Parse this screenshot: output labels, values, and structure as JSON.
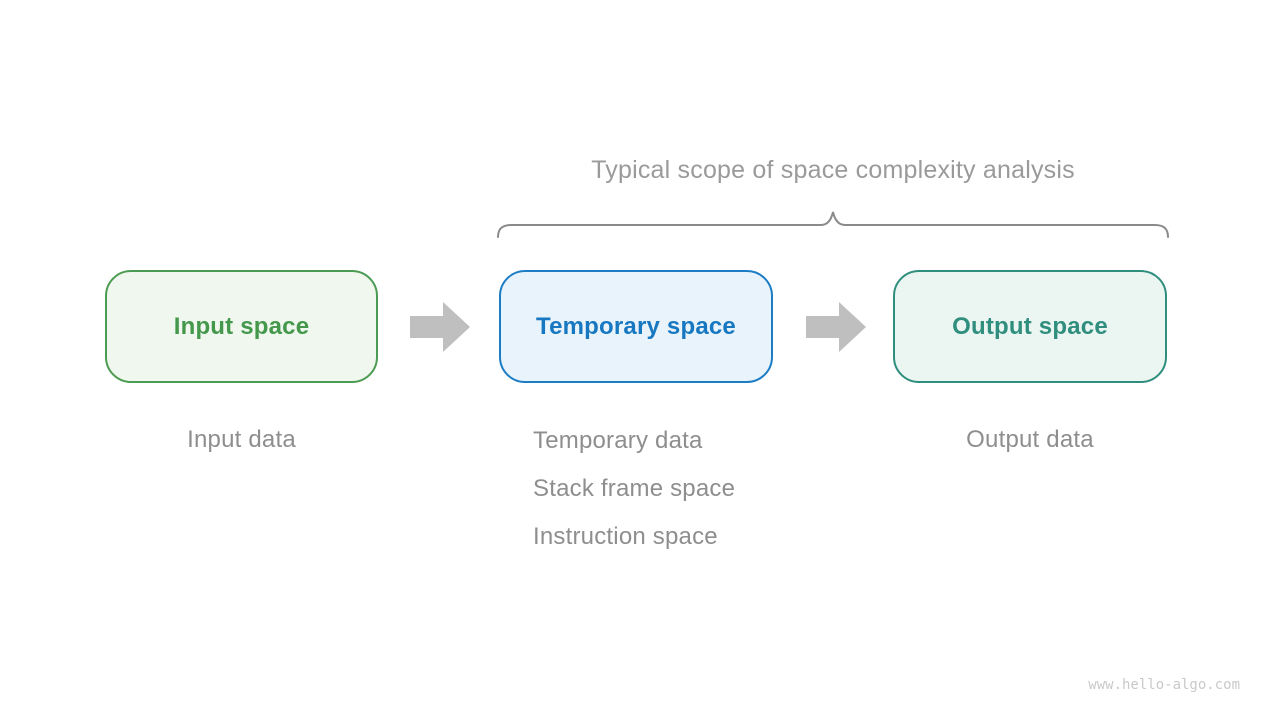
{
  "title": "Typical scope of space complexity analysis",
  "boxes": [
    {
      "id": "input-space",
      "label": "Input space",
      "fill": "#f0f7ee",
      "border": "#4c9b52",
      "text_color": "#44984c"
    },
    {
      "id": "temporary-space",
      "label": "Temporary space",
      "fill": "#e9f3fc",
      "border": "#1c7cc4",
      "text_color": "#1778c1"
    },
    {
      "id": "output-space",
      "label": "Output space",
      "fill": "#ebf5f2",
      "border": "#2f8e7d",
      "text_color": "#2f8e7d"
    }
  ],
  "captions": {
    "input": "Input data",
    "temporary": [
      "Temporary data",
      "Stack frame space",
      "Instruction space"
    ],
    "output": "Output data"
  },
  "watermark": "www.hello-algo.com",
  "colors": {
    "arrow": "#bfbfbf",
    "brace": "#8a8a8a",
    "title_text": "#9a9a9a",
    "caption_text": "#8e8e8e",
    "watermark_text": "#c9c9c9"
  }
}
